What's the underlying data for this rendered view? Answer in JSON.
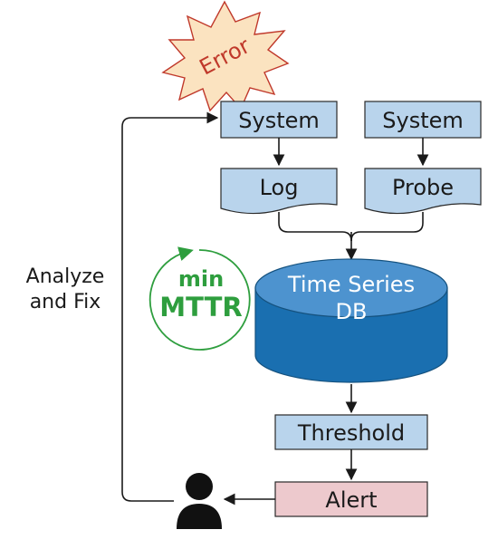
{
  "error_burst": {
    "label": "Error",
    "fill": "#fbe3c0",
    "stroke": "#c0392b",
    "text_color": "#c0392b"
  },
  "nodes": {
    "system_left": "System",
    "system_right": "System",
    "log": "Log",
    "probe": "Probe",
    "db_line1": "Time Series",
    "db_line2": "DB",
    "threshold": "Threshold",
    "alert": "Alert"
  },
  "loop_label": {
    "line1": "Analyze",
    "line2": "and Fix"
  },
  "mttr_badge": {
    "line1": "min",
    "line2": "MTTR",
    "color": "#2e9e3e"
  },
  "colors": {
    "box_fill": "#b9d4ec",
    "alert_fill": "#edc9cd",
    "db_fill": "#1a6fb0",
    "db_top": "#4d93cf",
    "line": "#1a1a1a"
  },
  "icons": {
    "operator": "person-icon"
  }
}
